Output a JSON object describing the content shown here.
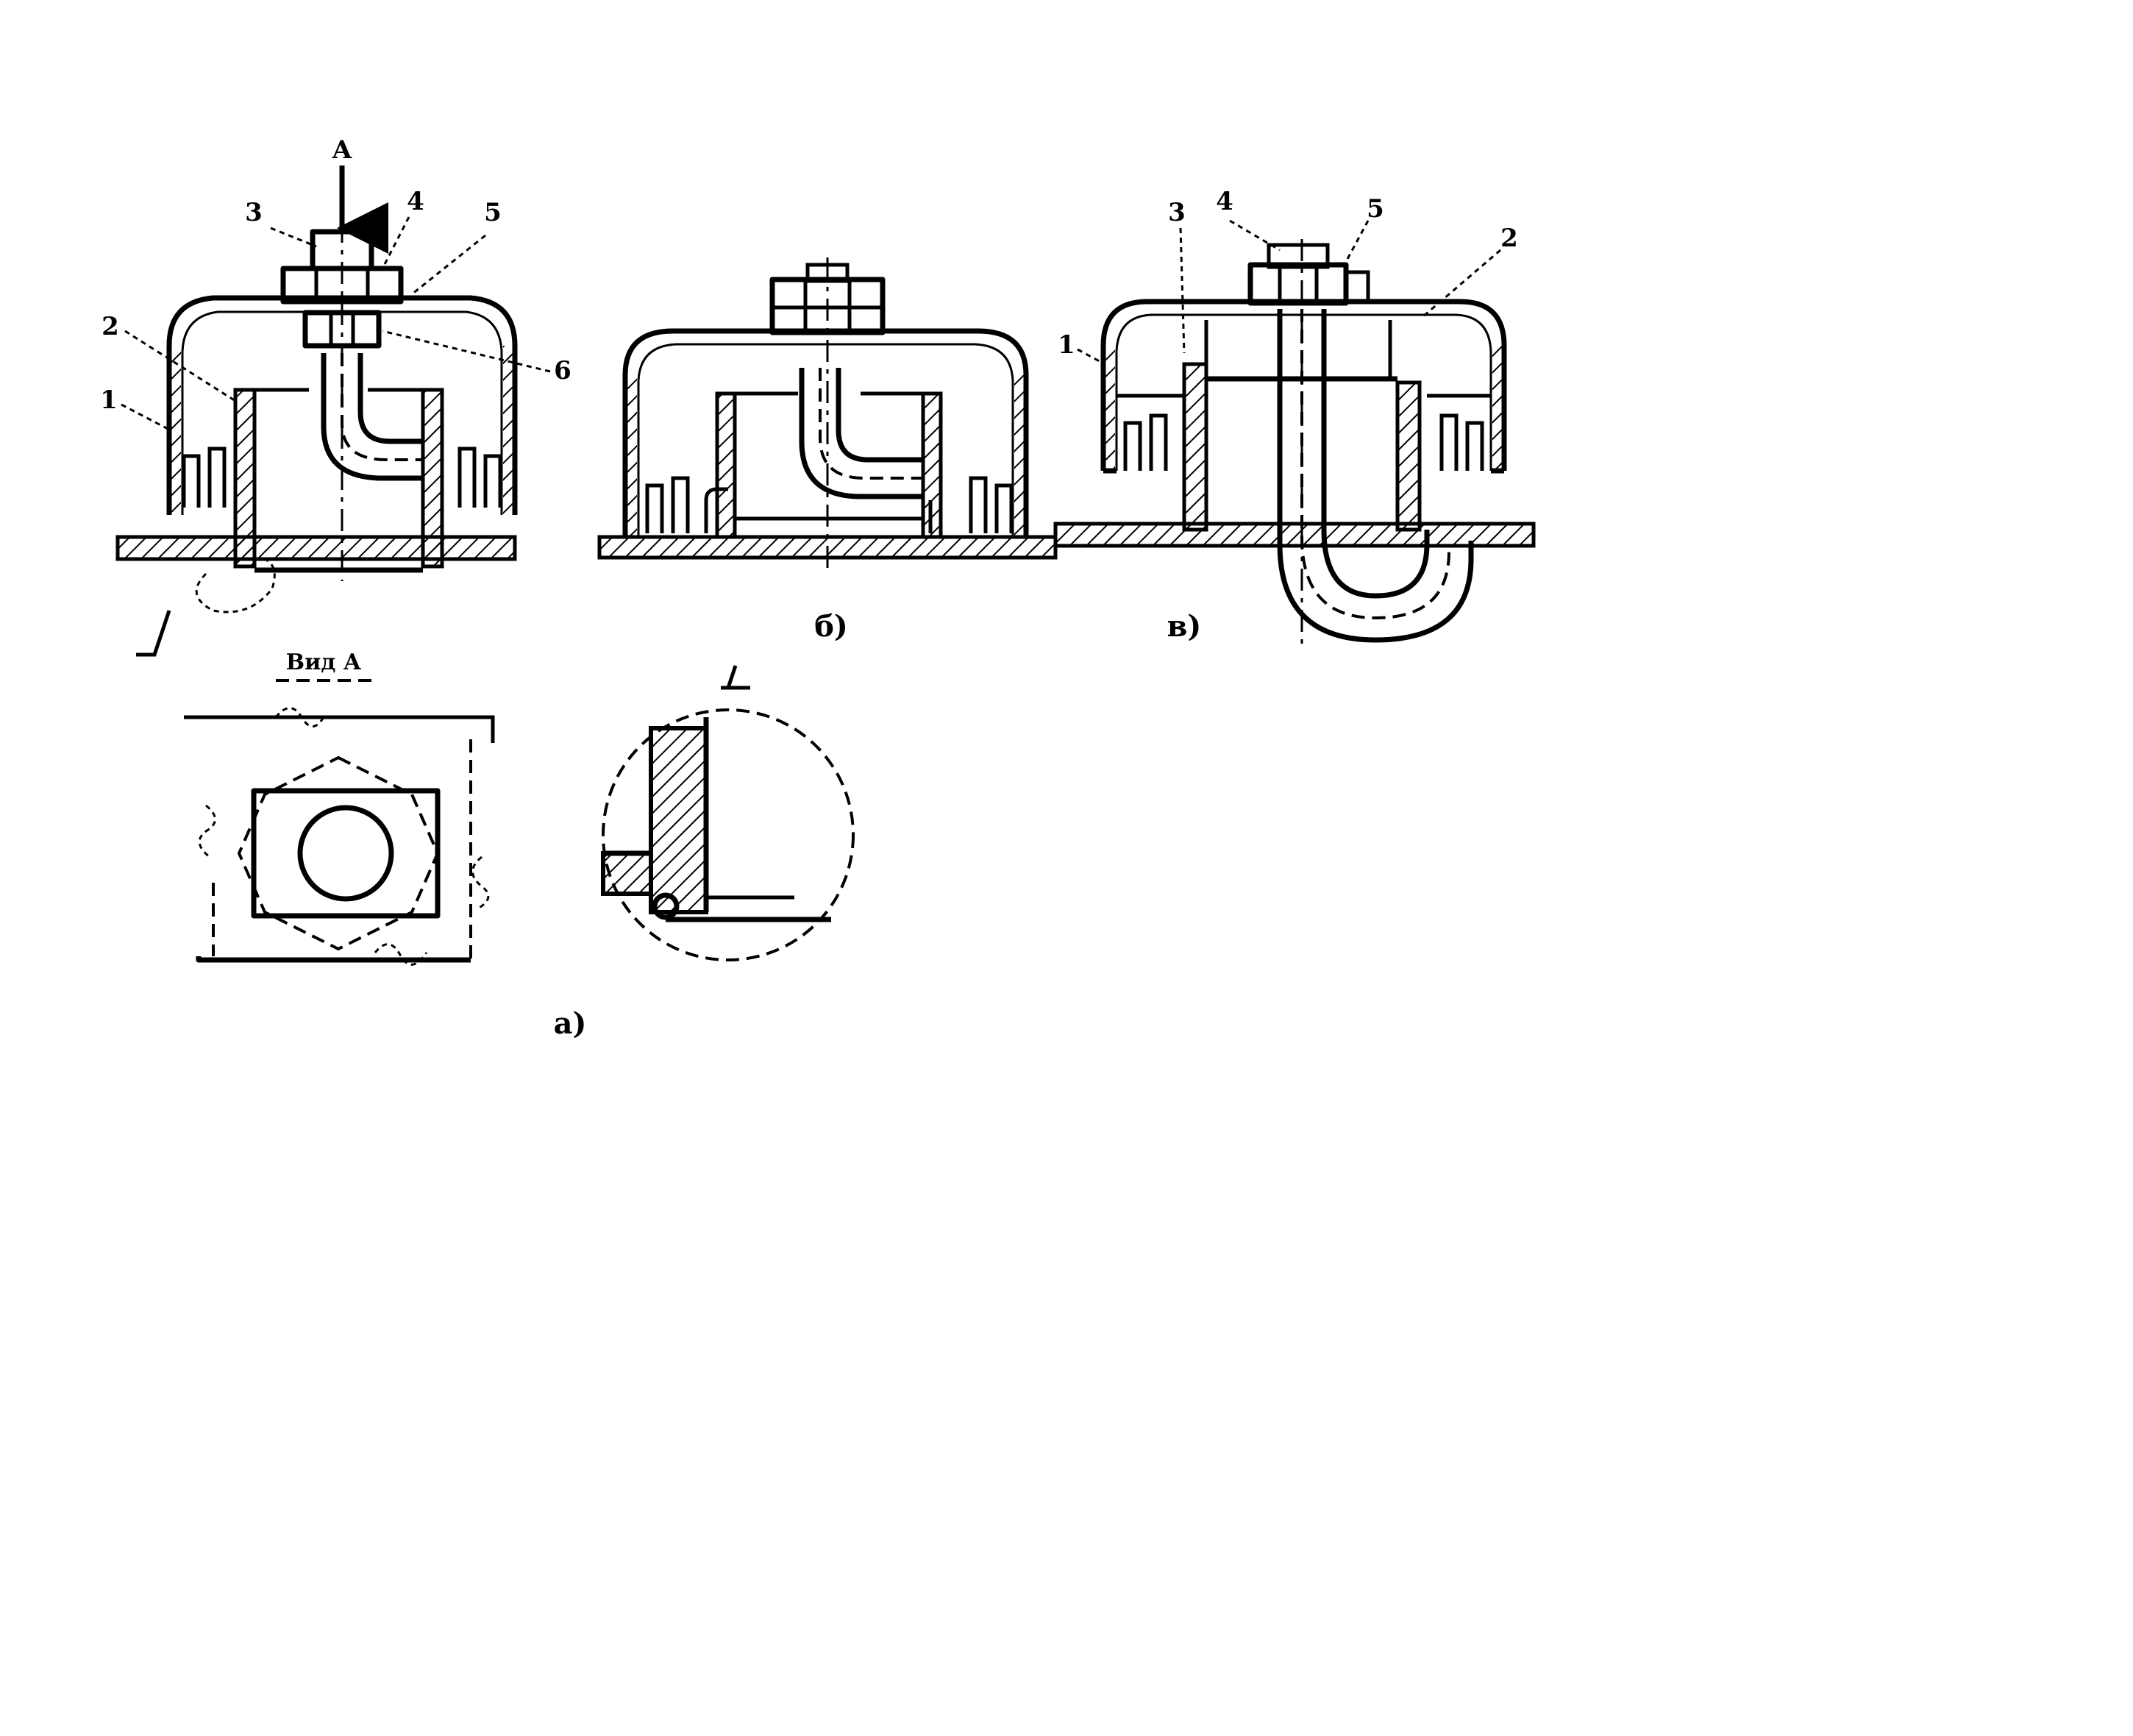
{
  "labels": {
    "arrow_a": "А",
    "a_n3": "3",
    "a_n4": "4",
    "a_n5": "5",
    "a_n6": "6",
    "a_n2": "2",
    "a_n1": "1",
    "v_n3": "3",
    "v_n4": "4",
    "v_n5": "5",
    "v_n2": "2",
    "v_n1": "1",
    "view_a": "Вид А",
    "caption_a": "а)",
    "caption_b": "б)",
    "caption_v": "в)"
  },
  "colors": {
    "ink": "#000000",
    "paper": "#ffffff"
  }
}
